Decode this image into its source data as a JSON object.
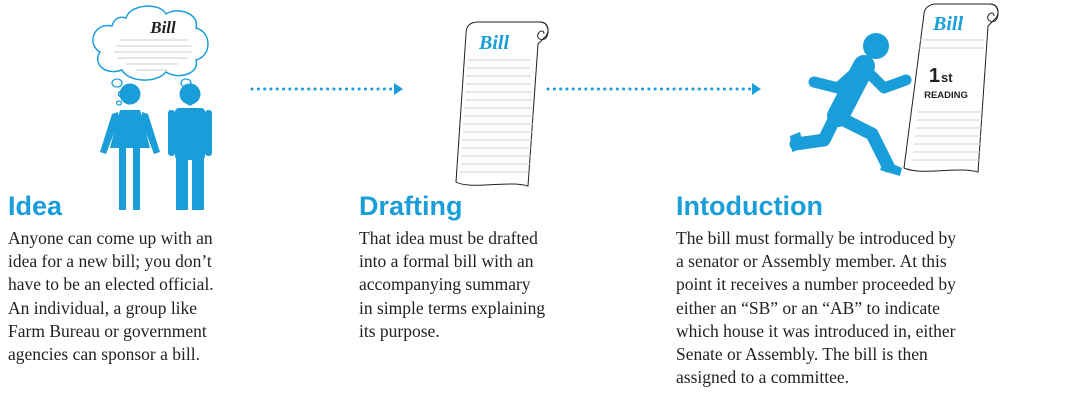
{
  "colors": {
    "accent": "#1a9ed9",
    "text": "#231f20",
    "paper_lines": "#cfcfcf"
  },
  "icons": {
    "idea": [
      "thought-bubble-icon",
      "woman-icon",
      "man-icon"
    ],
    "drafting": [
      "scroll-icon"
    ],
    "introduction": [
      "running-man-icon",
      "scroll-icon"
    ],
    "connector": "dotted-arrow-icon"
  },
  "steps": [
    {
      "title": "Idea",
      "bubble_label": "Bill",
      "lines": [
        "Anyone can come up with an",
        "idea for a new bill; you don’t",
        "have to be an elected official.",
        "An individual, a group like",
        "Farm Bureau or government",
        "agencies can sponsor a bill."
      ]
    },
    {
      "title": "Drafting",
      "scroll_label": "Bill",
      "lines": [
        "That idea must be drafted",
        "into a formal bill with an",
        "accompanying summary",
        "in simple terms explaining",
        "its purpose."
      ]
    },
    {
      "title": "Intoduction",
      "scroll_label": "Bill",
      "reading_number": "1",
      "reading_suffix": "st",
      "reading_label": "READING",
      "lines": [
        "The bill must formally be introduced by",
        "a senator or Assembly member. At this",
        "point it receives a number proceeded by",
        "either an “SB” or an “AB” to indicate",
        "which house it was introduced in, either",
        "Senate or Assembly. The bill is then",
        "assigned to a committee."
      ]
    }
  ]
}
